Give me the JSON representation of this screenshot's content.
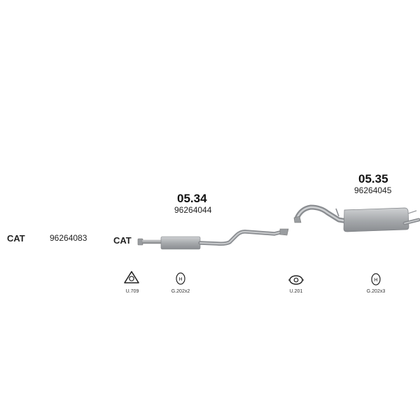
{
  "left_group": {
    "cat_label": "CAT",
    "part_number": "96264083"
  },
  "front_section": {
    "cat_label": "CAT",
    "code": "05.34",
    "part_number": "96264044"
  },
  "rear_section": {
    "code": "05.35",
    "part_number": "96264045"
  },
  "fittings": [
    {
      "label": "U.709",
      "icon": "triangular-flange-gasket-icon"
    },
    {
      "label": "G.202x2",
      "icon": "hanger-rubber-icon"
    },
    {
      "label": "U.201",
      "icon": "oval-flange-gasket-icon"
    },
    {
      "label": "G.202x3",
      "icon": "hanger-rubber-icon"
    }
  ],
  "colors": {
    "pipe": "#a9abad",
    "pipe_dark": "#7d8084",
    "pipe_light": "#d4d6d8"
  }
}
